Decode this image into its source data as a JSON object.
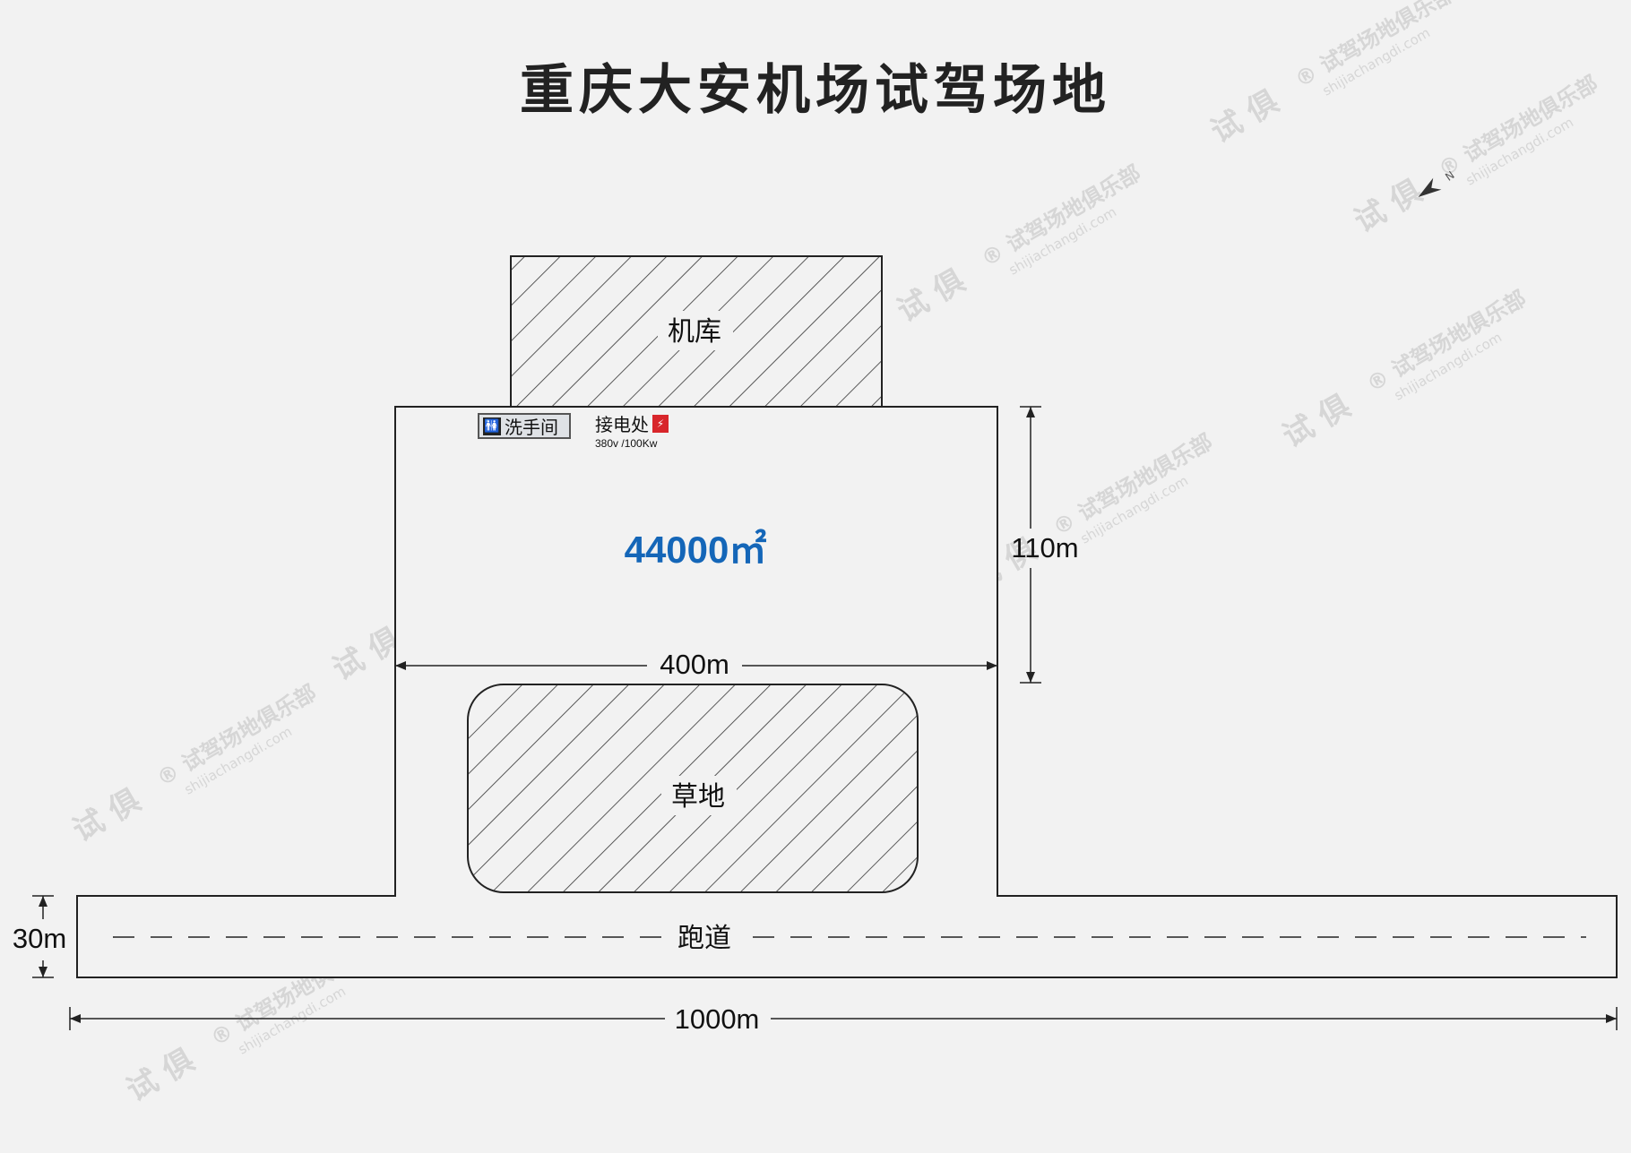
{
  "title": "重庆大安机场试驾场地",
  "north_label": "N",
  "areas": {
    "hangar": "机库",
    "grass": "草地",
    "runway": "跑道",
    "apron_area": "44000㎡"
  },
  "facilities": {
    "restroom": "洗手间",
    "power_label": "接电处",
    "power_spec": "380v /100Kw"
  },
  "dimensions": {
    "apron_height": "110m",
    "apron_width": "400m",
    "runway_width": "30m",
    "runway_length": "1000m"
  },
  "watermark": {
    "brand": "试驾场地俱乐部",
    "url": "shijiachangdi.com",
    "mark": "®",
    "logo": "试 俱"
  },
  "colors": {
    "area_text": "#1466b8",
    "power_icon": "#d8262b"
  }
}
